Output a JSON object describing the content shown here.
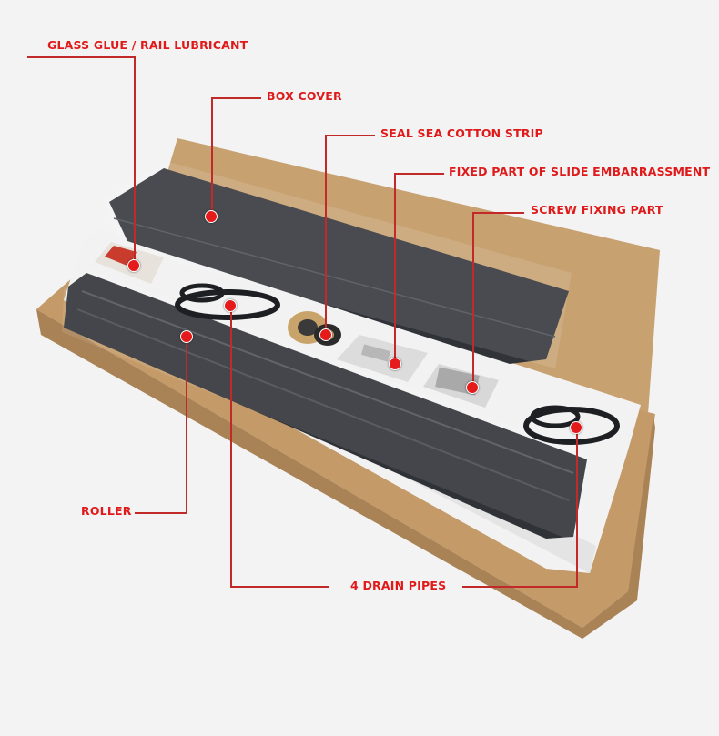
{
  "annotations": {
    "glass_glue": "GLASS GLUE / RAIL LUBRICANT",
    "box_cover": "BOX COVER",
    "seal_strip": "SEAL SEA COTTON STRIP",
    "fixed_part": "FIXED PART OF SLIDE EMBARRASSMENT",
    "screw_part": "SCREW FIXING PART",
    "roller": "ROLLER",
    "drain_pipes": "4 DRAIN PIPES"
  },
  "colors": {
    "accent": "#e01a1a",
    "cardboard": "#c9a273",
    "foam": "#f4f4f4",
    "rail": "#2e3136"
  }
}
